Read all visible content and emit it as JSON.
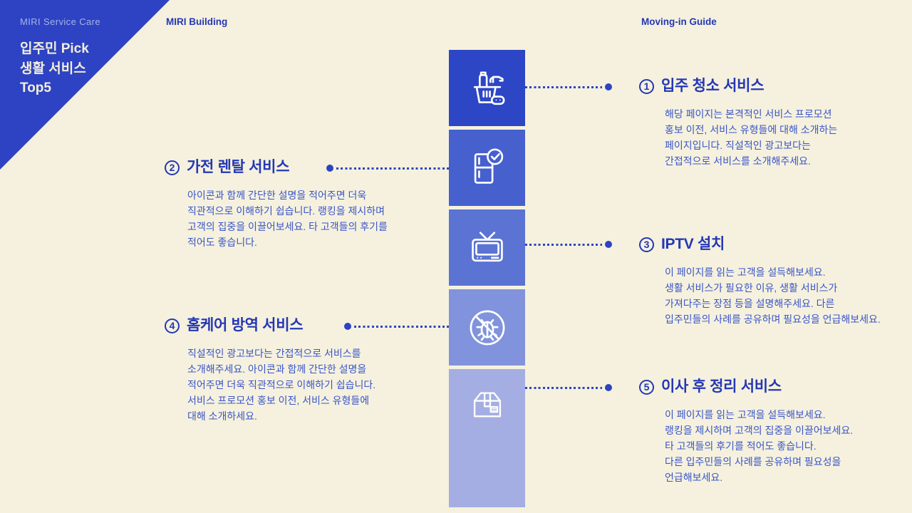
{
  "colors": {
    "background": "#f5f1de",
    "accent": "#2d43c3",
    "heading_text": "#2437b5",
    "body_text": "#3a55c8",
    "banner_label": "#a8b3e8",
    "banner_title": "#f3eedb",
    "icon_stroke": "#ffffff"
  },
  "corner_banner": {
    "label": "MIRI Service Care",
    "title": "입주민 Pick\n생활 서비스\nTop5"
  },
  "headers": {
    "left": "MIRI Building",
    "right": "Moving-in Guide"
  },
  "services": [
    {
      "number": "1",
      "title": "입주 청소 서비스",
      "icon": "cleaning-supplies-icon",
      "tile_color": "#2c46c5",
      "description": "해당 페이지는 본격적인 서비스 프로모션\n홍보 이전, 서비스 유형들에 대해 소개하는\n페이지입니다. 직설적인 광고보다는\n간접적으로 서비스를 소개해주세요."
    },
    {
      "number": "2",
      "title": "가전 렌탈 서비스",
      "icon": "fridge-check-icon",
      "tile_color": "#4660ce",
      "description": "아이콘과 함께 간단한 설명을 적어주면 더욱\n직관적으로 이해하기 쉽습니다. 랭킹을 제시하며\n고객의 집중을 이끌어보세요. 타 고객들의 후기를\n적어도 좋습니다."
    },
    {
      "number": "3",
      "title": "IPTV 설치",
      "icon": "tv-icon",
      "tile_color": "#5b73d3",
      "description": "이 페이지를 읽는 고객을 설득해보세요.\n생활 서비스가 필요한 이유, 생활 서비스가\n가져다주는 장점 등을 설명해주세요. 다른\n입주민들의 사례를 공유하며 필요성을 언급해보세요."
    },
    {
      "number": "4",
      "title": "홈케어 방역 서비스",
      "icon": "no-bugs-icon",
      "tile_color": "#8093dc",
      "description": "직설적인 광고보다는 간접적으로 서비스를\n소개해주세요. 아이콘과 함께 간단한 설명을\n적어주면 더욱 직관적으로 이해하기 쉽습니다.\n서비스 프로모션 홍보 이전, 서비스 유형들에\n대해 소개하세요."
    },
    {
      "number": "5",
      "title": "이사 후 정리 서비스",
      "icon": "moving-box-icon",
      "tile_color": "#a5aee2",
      "description": "이 페이지를 읽는 고객을 설득해보세요.\n랭킹을 제시하며 고객의 집중을 이끌어보세요.\n타 고객들의 후기를 적어도 좋습니다.\n다른 입주민들의 사례를 공유하며 필요성을\n언급해보세요."
    }
  ]
}
